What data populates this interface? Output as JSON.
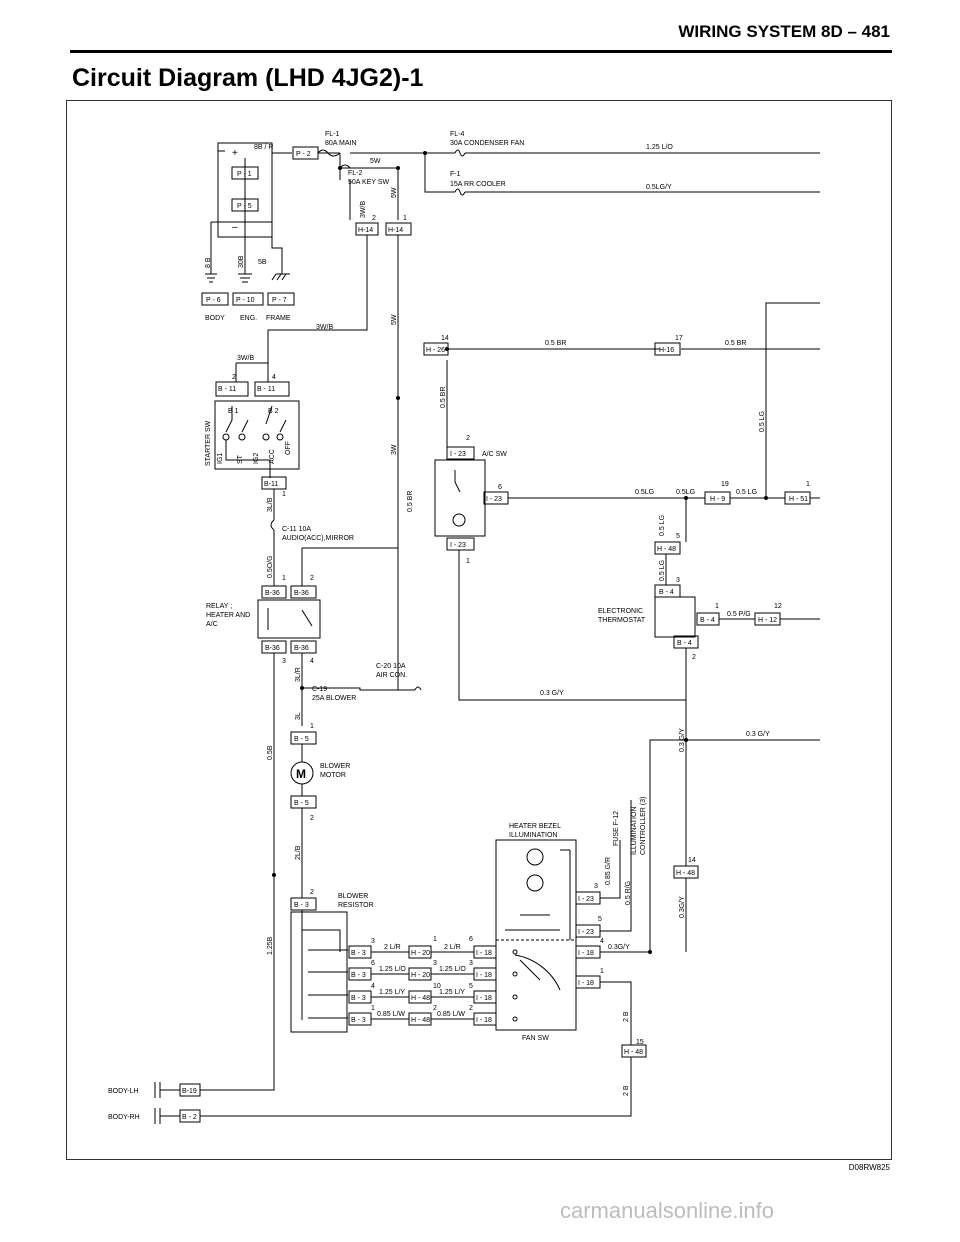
{
  "header": {
    "section": "WIRING SYSTEM 8D – 481",
    "title": "Circuit Diagram (LHD 4JG2)-1"
  },
  "reference": "D08RW825",
  "watermark": "carmanualsonline.info",
  "labels": {
    "l1": "8B / R",
    "l2": "P - 2",
    "l3": "FL-1",
    "l4": "80A  MAIN",
    "l5": "FL-4",
    "l6": "30A  CONDENSER FAN",
    "l7": "1.25 L/O",
    "l8": "5W",
    "l9": "FL-2",
    "l10": "50A  KEY SW",
    "l11": "F-1",
    "l12": "15A  RR COOLER",
    "l13": "0.5LG/Y",
    "l14": "P - 1",
    "l15": "P - 5",
    "l16": "+",
    "l17": "–",
    "l18": "8 B",
    "l19": "30B",
    "l20": "5B",
    "l21": "3W/B",
    "l22": "5W",
    "l23": "2",
    "l24": "1",
    "l25": "H-14",
    "l26": "H-14",
    "l27": "P - 6",
    "l28": "P - 10",
    "l29": "P - 7",
    "l30": "BODY",
    "l31": "ENG.",
    "l32": "FRAME",
    "l33": "3W/B",
    "l34": "5W",
    "l35": "14",
    "l36": "H - 26",
    "l37": "0.5 BR",
    "l38": "17",
    "l39": "H-16",
    "l40": "0.5 BR",
    "l41": "3W/B",
    "l42": "2",
    "l43": "4",
    "l44": "B - 11",
    "l45": "B - 11",
    "l46": "B 1",
    "l47": "B 2",
    "l48": "STARTER SW",
    "l49": "IG1",
    "l50": "ST",
    "l51": "IG2",
    "l52": "ACC",
    "l53": "OFF",
    "l54": "B-11",
    "l55": "1",
    "l56": "3L/B",
    "l57": "0.5 BR",
    "l58": "3W",
    "l59": "2",
    "l60": "I - 23",
    "l61": "A/C SW",
    "l62": "6",
    "l63": "I - 23",
    "l64": "I - 23",
    "l65": "1",
    "l66": "0.5 BR",
    "l67": "0.5 LG",
    "l68": "0.5LG",
    "l69": "0.5LG",
    "l70": "19",
    "l71": "H - 9",
    "l72": "0.5 LG",
    "l73": "1",
    "l74": "H - 51",
    "l75": "C-11 10A",
    "l76": "AUDIO(ACC),MIRROR",
    "l77": "0.5 LG",
    "l78": "5",
    "l79": "H - 48",
    "l80": "0.5O/G",
    "l81": "1",
    "l82": "2",
    "l83": "B-36",
    "l84": "B-36",
    "l85": "RELAY ;",
    "l86": "HEATER AND",
    "l87": "A/C",
    "l88": "B-36",
    "l89": "B-36",
    "l90": "3",
    "l91": "4",
    "l92": "0.5 LG",
    "l93": "3",
    "l94": "B - 4",
    "l95": "ELECTRONIC",
    "l96": "THERMOSTAT",
    "l97": "1",
    "l98": "B - 4",
    "l99": "0.5 P/G",
    "l100": "12",
    "l101": "H - 12",
    "l102": "B - 4",
    "l103": "2",
    "l104": "C-20 10A",
    "l105": "AIR CON.",
    "l106": "3L/R",
    "l107": "C-19",
    "l108": "25A BLOWER",
    "l109": "3L",
    "l110": "0.3 G/Y",
    "l111": "1",
    "l112": "B - 5",
    "l113": "0.3 G/Y",
    "l114": "0.3 G/Y",
    "l115": "0.5B",
    "l116": "M",
    "l117": "BLOWER",
    "l118": "MOTOR",
    "l119": "B - 5",
    "l120": "2",
    "l121": "FUSE F-12",
    "l122": "ILLUMINATION",
    "l123": "CONTROLLER (3)",
    "l124": "HEATER BEZEL",
    "l125": "ILLUMINATION",
    "l126": "2L/B",
    "l127": "14",
    "l128": "H - 48",
    "l129": "2",
    "l130": "B - 3",
    "l131": "BLOWER",
    "l132": "RESISTOR",
    "l133": "0.85 G/R",
    "l134": "3",
    "l135": "I - 23",
    "l136": "0.5 R/G",
    "l137": "0.3G/Y",
    "l138": "5",
    "l139": "I - 23",
    "l140": "1.25B",
    "l141": "3",
    "l142": "B - 3",
    "l143": "2 L/R",
    "l144": "1",
    "l145": "H - 20",
    "l146": "2 L/R",
    "l147": "6",
    "l148": "I - 18",
    "l149": "4",
    "l150": "I - 18",
    "l151": "0.3G/Y",
    "l152": "6",
    "l153": "B - 3",
    "l154": "1.25 L/O",
    "l155": "H - 20",
    "l156": "3",
    "l157": "1.25 L/O",
    "l158": "3",
    "l159": "I - 18",
    "l160": "1",
    "l161": "I - 18",
    "l162": "4",
    "l163": "B - 3",
    "l164": "1.25 L/Y",
    "l165": "H - 48",
    "l166": "10",
    "l167": "1.25 L/Y",
    "l168": "5",
    "l169": "I - 18",
    "l170": "1",
    "l171": "B - 3",
    "l172": "0.85 L/W",
    "l173": "H - 48",
    "l174": "2",
    "l175": "0.85 L/W",
    "l176": "2",
    "l177": "I - 18",
    "l178": "FAN SW",
    "l179": "2 B",
    "l180": "15",
    "l181": "H - 48",
    "l182": "BODY-LH",
    "l183": "B-19",
    "l184": "BODY-RH",
    "l185": "B - 2",
    "l186": "2 B"
  }
}
